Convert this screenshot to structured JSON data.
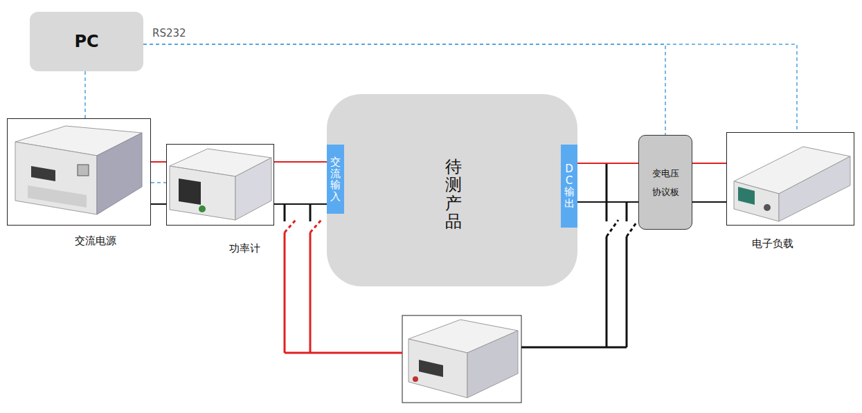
{
  "diagram": {
    "nodes": [
      {
        "text": [
          "PC"
        ]
      },
      {
        "text": [
          "交流电源"
        ]
      },
      {
        "text": [
          "功率计"
        ]
      },
      {
        "text": [
          "待测产品"
        ]
      },
      {
        "text": [
          "交流输入"
        ],
        "in": 3
      },
      {
        "text": [
          "DC输出"
        ],
        "in": 3
      },
      {
        "text": [
          "变电压 协议板"
        ]
      },
      {
        "text": [
          "电子负载"
        ]
      }
    ],
    "edges": [
      {
        "from": 0,
        "to": 1,
        "arrow": "none"
      },
      {
        "from": 0,
        "to": 6,
        "label": "RS232",
        "arrow": "none"
      },
      {
        "from": 0,
        "to": 7,
        "arrow": "none"
      },
      {
        "from": 1,
        "to": 2,
        "arrow": "none"
      },
      {
        "from": 2,
        "to": 4,
        "arrow": "none"
      },
      {
        "from": 5,
        "to": 6,
        "arrow": "none"
      },
      {
        "from": 6,
        "to": 7,
        "arrow": "none"
      }
    ]
  }
}
